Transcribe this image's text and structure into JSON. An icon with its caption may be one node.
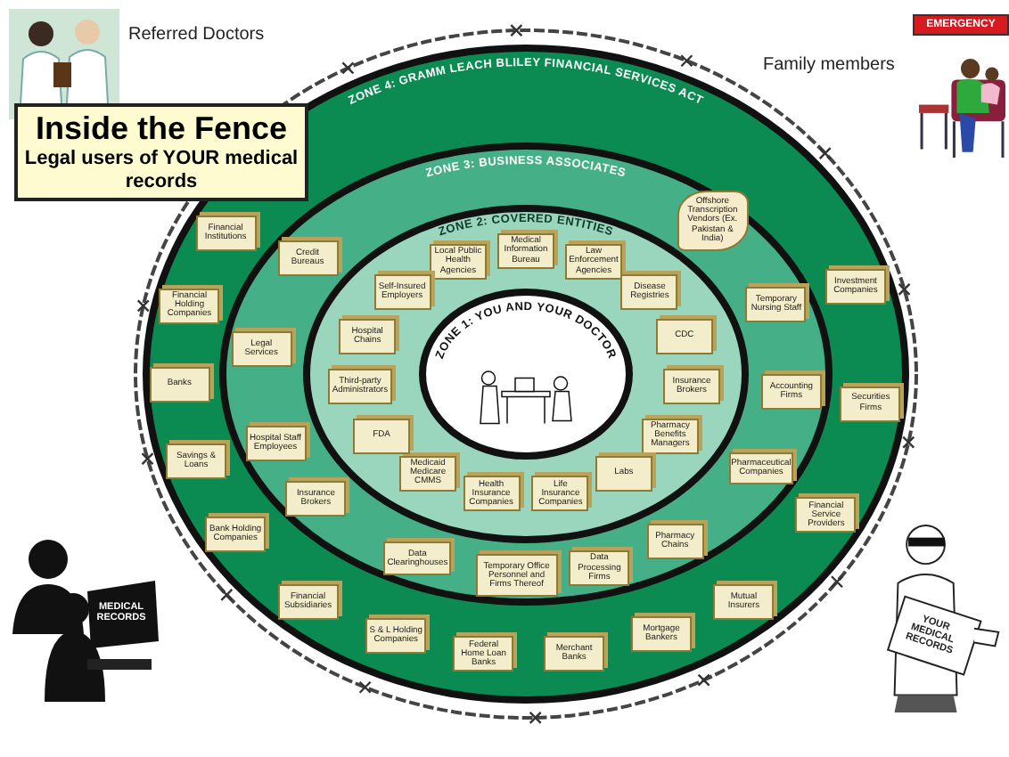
{
  "diagram": {
    "nodes": [
      {
        "text": [],
        "shape": "picture",
        "beside": [
          "Referred Doctors"
        ]
      },
      {
        "text": [
          "Inside the Fence",
          "Legal users of YOUR medical records"
        ]
      },
      {
        "text": [],
        "shape": "picture",
        "beside": [
          "Family members"
        ]
      },
      {
        "text": [
          "ZONE 4: GRAMM LEACH BLILEY FINANCIAL SERVICES ACT"
        ]
      },
      {
        "text": [
          "ZONE 3: BUSINESS ASSOCIATES"
        ],
        "in": 3
      },
      {
        "text": [
          "ZONE 2: COVERED ENTITIES"
        ],
        "in": 4
      },
      {
        "text": [
          "ZONE 1: YOU AND YOUR DOCTOR"
        ],
        "in": 5
      },
      {
        "text": [
          "Financial Institutions"
        ],
        "in": 3
      },
      {
        "text": [
          "Financial Holding Companies"
        ],
        "in": 3
      },
      {
        "text": [
          "Banks"
        ],
        "in": 3
      },
      {
        "text": [
          "Savings & Loans"
        ],
        "in": 3
      },
      {
        "text": [
          "Bank Holding Companies"
        ],
        "in": 3
      },
      {
        "text": [
          "Financial Subsidiaries"
        ],
        "in": 3
      },
      {
        "text": [
          "S & L Holding Companies"
        ],
        "in": 3
      },
      {
        "text": [
          "Federal Home Loan Banks"
        ],
        "in": 3
      },
      {
        "text": [
          "Merchant Banks"
        ],
        "in": 3
      },
      {
        "text": [
          "Mortgage Bankers"
        ],
        "in": 3
      },
      {
        "text": [
          "Mutual Insurers"
        ],
        "in": 3
      },
      {
        "text": [
          "Financial Service Providers"
        ],
        "in": 3
      },
      {
        "text": [
          "Securities Firms"
        ],
        "in": 3
      },
      {
        "text": [
          "Investment Companies"
        ],
        "in": 3
      },
      {
        "text": [
          "Credit Bureaus"
        ],
        "in": 4
      },
      {
        "text": [
          "Legal Services"
        ],
        "in": 4
      },
      {
        "text": [
          "Hospital Staff Employees"
        ],
        "in": 4
      },
      {
        "text": [
          "Insurance Brokers"
        ],
        "in": 4
      },
      {
        "text": [
          "Data Clearinghouses"
        ],
        "in": 4
      },
      {
        "text": [
          "Temporary Office Personnel and Firms Thereof"
        ],
        "in": 4
      },
      {
        "text": [
          "Data Processing Firms"
        ],
        "in": 4
      },
      {
        "text": [
          "Pharmacy Chains"
        ],
        "in": 4
      },
      {
        "text": [
          "Pharmaceutical Companies"
        ],
        "in": 4
      },
      {
        "text": [
          "Accounting Firms"
        ],
        "in": 4
      },
      {
        "text": [
          "Temporary Nursing Staff"
        ],
        "in": 4
      },
      {
        "text": [
          "Offshore Transcription Vendors (Ex. Pakistan & India)"
        ],
        "in": 4
      },
      {
        "text": [
          "Local Public Health Agencies"
        ],
        "in": 5
      },
      {
        "text": [
          "Medical Information Bureau"
        ],
        "in": 5
      },
      {
        "text": [
          "Law Enforcement Agencies"
        ],
        "in": 5
      },
      {
        "text": [
          "Disease Registries"
        ],
        "in": 5
      },
      {
        "text": [
          "CDC"
        ],
        "in": 5
      },
      {
        "text": [
          "Insurance Brokers"
        ],
        "in": 5
      },
      {
        "text": [
          "Pharmacy Benefits Managers"
        ],
        "in": 5
      },
      {
        "text": [
          "Labs"
        ],
        "in": 5
      },
      {
        "text": [
          "Life Insurance Companies"
        ],
        "in": 5
      },
      {
        "text": [
          "Health Insurance Companies"
        ],
        "in": 5
      },
      {
        "text": [
          "Medicaid Medicare CMMS"
        ],
        "in": 5
      },
      {
        "text": [
          "FDA"
        ],
        "in": 5
      },
      {
        "text": [
          "Third-party Administrators"
        ],
        "in": 5
      },
      {
        "text": [
          "Hospital Chains"
        ],
        "in": 5
      },
      {
        "text": [
          "Self-Insured Employers"
        ],
        "in": 5
      },
      {
        "text": [],
        "shape": "picture"
      },
      {
        "text": [],
        "shape": "picture"
      }
    ],
    "labels": [
      "EMERGENCY",
      "MEDICAL RECORDS",
      "YOUR MEDICAL RECORDS"
    ]
  }
}
